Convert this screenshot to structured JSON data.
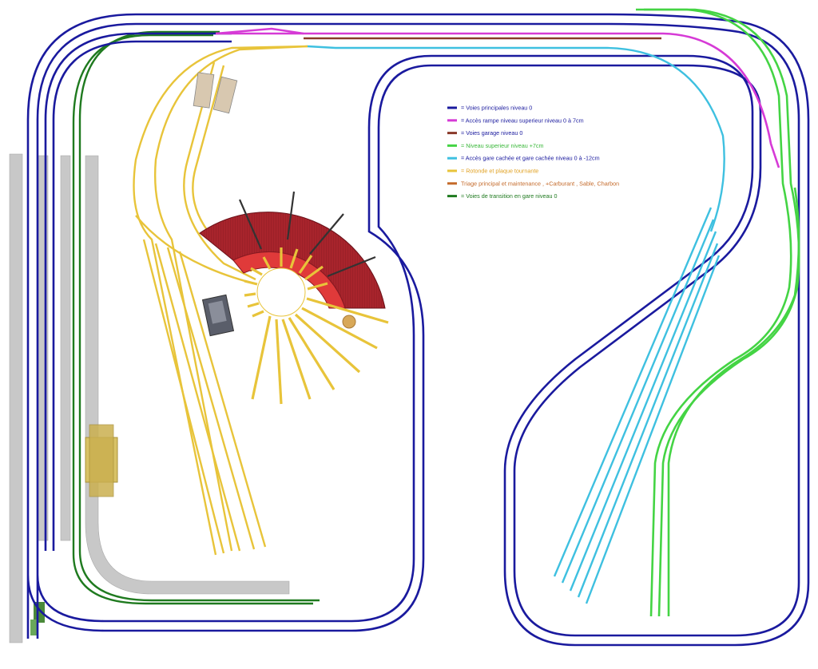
{
  "colors": {
    "main": "#1a1a9e",
    "ramp": "#d63ad6",
    "garage": "#8a3a2a",
    "upper": "#44d444",
    "hidden": "#3ec0e0",
    "roundhouse": "#e8c43a",
    "maintenance": "#c46a2a",
    "transition": "#1f7a1f",
    "platform": "#c8c8c8",
    "roundhouse_roof": "#a8242c",
    "roundhouse_stalls": "#e03a3a"
  },
  "legend": [
    {
      "label": "= Voies principales   niveau  0",
      "color_key": "main",
      "text_color": "#1a1a9e"
    },
    {
      "label": "= Accès rampe niveau superieur   niveau  0 à 7cm",
      "color_key": "ramp",
      "text_color": "#1a1a9e"
    },
    {
      "label": "= Voies garage   niveau  0",
      "color_key": "garage",
      "text_color": "#1a1a9e"
    },
    {
      "label": "= Niveau superieur   niveau  +7cm",
      "color_key": "upper",
      "text_color": "#3ab83a"
    },
    {
      "label": "= Accès  gare cachée et gare cachée   niveau  0 à -12cm",
      "color_key": "hidden",
      "text_color": "#1a1a9e"
    },
    {
      "label": "= Rotonde et plaque tournante",
      "color_key": "roundhouse",
      "text_color": "#e0a020"
    },
    {
      "label": "Triage principal et maintenance ,  +Carburant , Sable, Charbon",
      "color_key": "maintenance",
      "text_color": "#c46a2a"
    },
    {
      "label": "= Voies de transition en gare   niveau  0",
      "color_key": "transition",
      "text_color": "#1f7a1f"
    }
  ]
}
